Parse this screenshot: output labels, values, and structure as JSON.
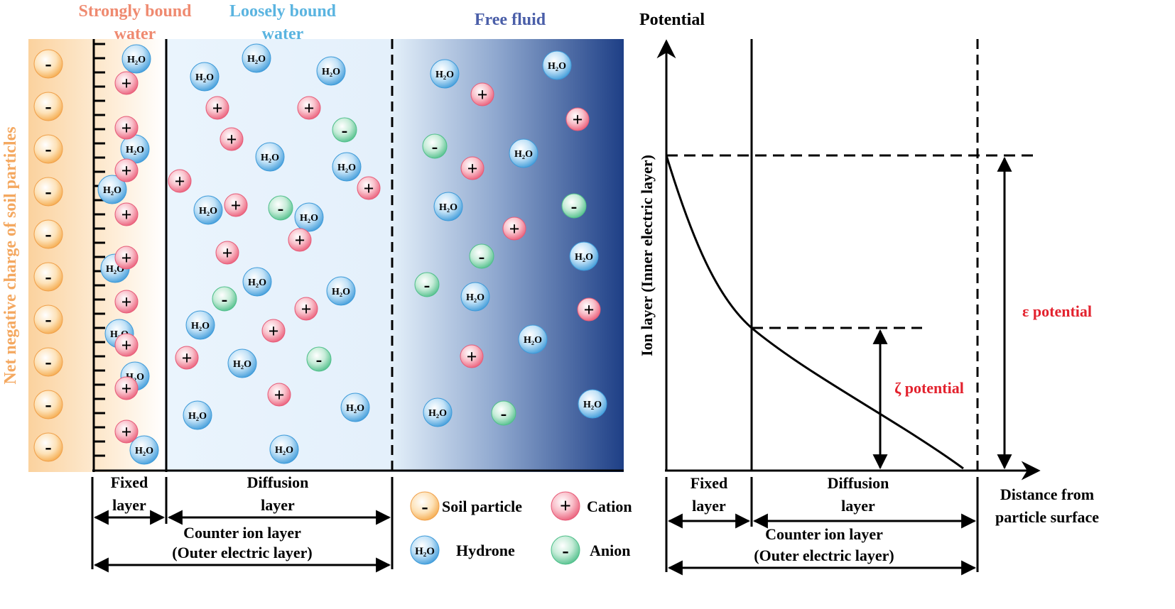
{
  "colors": {
    "soil": "#f5a94a",
    "soil_text": "#f4a860",
    "strong_text": "#ef8a70",
    "loose_text": "#5ab4e0",
    "free_text": "#4a5ea8",
    "cation": "#ee6c84",
    "anion": "#63c79a",
    "water": "#52a8e0",
    "potential_text": "#e3222e",
    "free_fluid_dark": "#1e3f86"
  },
  "left": {
    "region_labels": {
      "strongly_bound": [
        "Strongly bound",
        "water"
      ],
      "loosely_bound": [
        "Loosely bound",
        "water"
      ],
      "free_fluid": "Free fluid"
    },
    "vertical_label": "Net negative charge of soil particles",
    "layer_labels": {
      "fixed": [
        "Fixed",
        "layer"
      ],
      "diffusion": [
        "Diffusion",
        "layer"
      ],
      "counter": [
        "Counter ion layer",
        "(Outer electric layer)"
      ]
    },
    "soil_count": 10
  },
  "legend": {
    "soil": "Soil particle",
    "cation": "Cation",
    "hydrone": "Hydrone",
    "anion": "Anion"
  },
  "symbols": {
    "minus": "-",
    "plus": "+",
    "water": "H₂O"
  },
  "right": {
    "y_title": "Potential",
    "y_label": "Ion layer (Inner electric layer)",
    "x_label": [
      "Distance from",
      "particle surface"
    ],
    "epsilon": "ε potential",
    "zeta": "ζ potential",
    "layer_labels": {
      "fixed": [
        "Fixed",
        "layer"
      ],
      "diffusion": [
        "Diffusion",
        "layer"
      ],
      "counter": [
        "Counter ion layer",
        "(Outer electric layer)"
      ]
    }
  }
}
